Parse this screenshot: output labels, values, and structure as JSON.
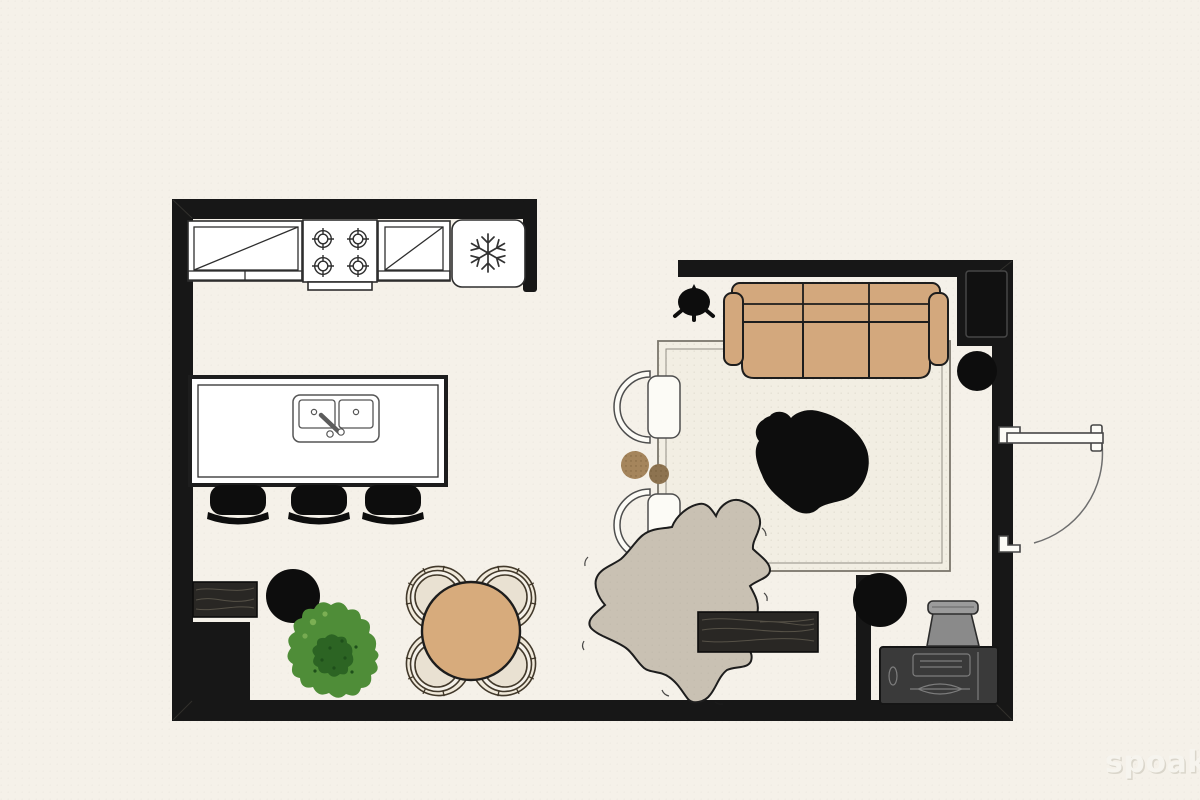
{
  "watermark": {
    "text": "spoak."
  },
  "palette": {
    "floor": "#f5f1e9",
    "wall": "#171717",
    "outline": "#1d1d1d",
    "black": "#0d0d0d",
    "counterFill": "#ffffff",
    "counterStroke": "#2e2e2e",
    "sofa": "#d3a87d",
    "table": "#d7ab7c",
    "chairSeat": "#e9e1d2",
    "chairBand": "#f0e9da",
    "chairStroke": "#42392b",
    "rug": "#f2eee3",
    "rugBorder": "#7b766c",
    "hide": "#c9c1b3",
    "wood": "#292724",
    "woodGrain": "#5e594e",
    "dresser": "#3a3a3a",
    "dresserLine": "#7d7d7d",
    "vaseBody": "#8a8a8a",
    "vaseLip": "#9b9b9b",
    "vaseStroke": "#2c2c2c",
    "plant": "#4f8d38",
    "plantDark": "#2c6423",
    "plantLight": "#7fb257",
    "brownBig": "#a5855c",
    "brownSmall": "#8d7350",
    "doorStroke": "#474747",
    "arcStroke": "#6e6e6e",
    "watermark": "#f6f4ee",
    "watermarkShadow": "#c9c5b8"
  },
  "plan": {
    "rooms": [
      "kitchen",
      "dining-area",
      "living-room",
      "storage-nook"
    ],
    "furniture": [
      "base-cabinet-left",
      "range-stove",
      "base-cabinet-right",
      "refrigerator",
      "kitchen-island",
      "double-sink",
      "bar-stools",
      "wood-console-dining",
      "pouf",
      "plant",
      "round-dining-table",
      "rattan-dining-chairs",
      "area-rug",
      "accent-blob-rug",
      "three-seat-sofa",
      "plant-stand",
      "fireplace-console",
      "round-side-table",
      "barrel-chairs",
      "nesting-side-tables",
      "hide-rug",
      "wood-bench-living",
      "round-side-table-2",
      "credenza",
      "vase",
      "hinged-door"
    ]
  }
}
